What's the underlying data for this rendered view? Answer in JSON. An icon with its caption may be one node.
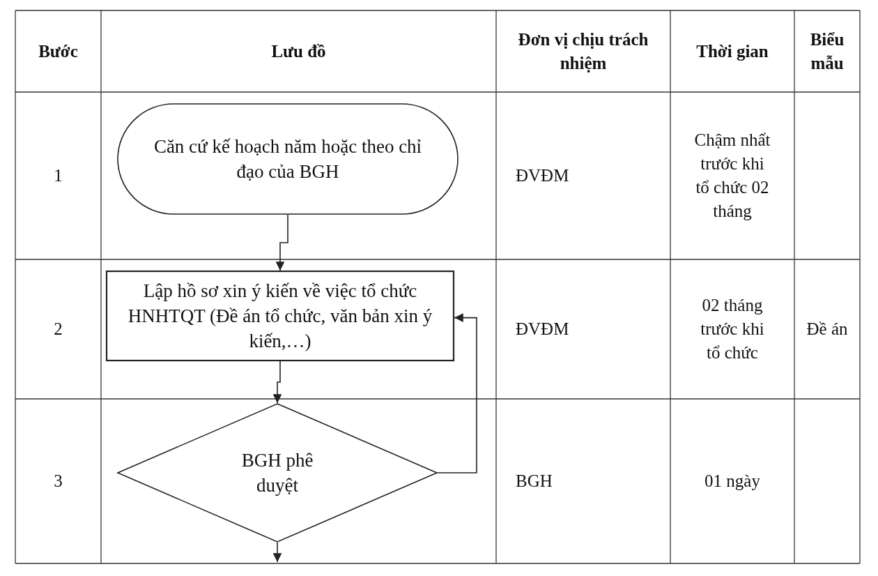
{
  "diagram": {
    "nodes": [
      {
        "text": [
          "Căn cứ kế hoạch năm hoặc theo chỉ đạo của BGH"
        ]
      },
      {
        "text": [
          "Lập hồ sơ xin ý kiến về việc tổ chức HNHTQT (Đề án tổ chức, văn bản xin ý kiến,…)"
        ]
      },
      {
        "text": [
          "BGH phê duyệt"
        ]
      }
    ],
    "edges": [
      {
        "from": 0,
        "to": 1,
        "arrow": "to"
      },
      {
        "from": 1,
        "to": 2,
        "arrow": "to"
      },
      {
        "from": 2,
        "to": 1,
        "arrow": "to"
      },
      {
        "from": 2,
        "to": null,
        "arrow": "to"
      }
    ],
    "labels": [
      "Bước",
      "Lưu đồ",
      "Đơn vị chịu trách nhiệm",
      "Thời gian",
      "Biểu mẫu",
      "1",
      "ĐVĐM",
      "Chậm nhất trước khi tổ chức 02 tháng",
      "2",
      "ĐVĐM",
      "02 tháng trước khi tổ chức",
      "Đề án",
      "3",
      "BGH",
      "01 ngày"
    ]
  }
}
